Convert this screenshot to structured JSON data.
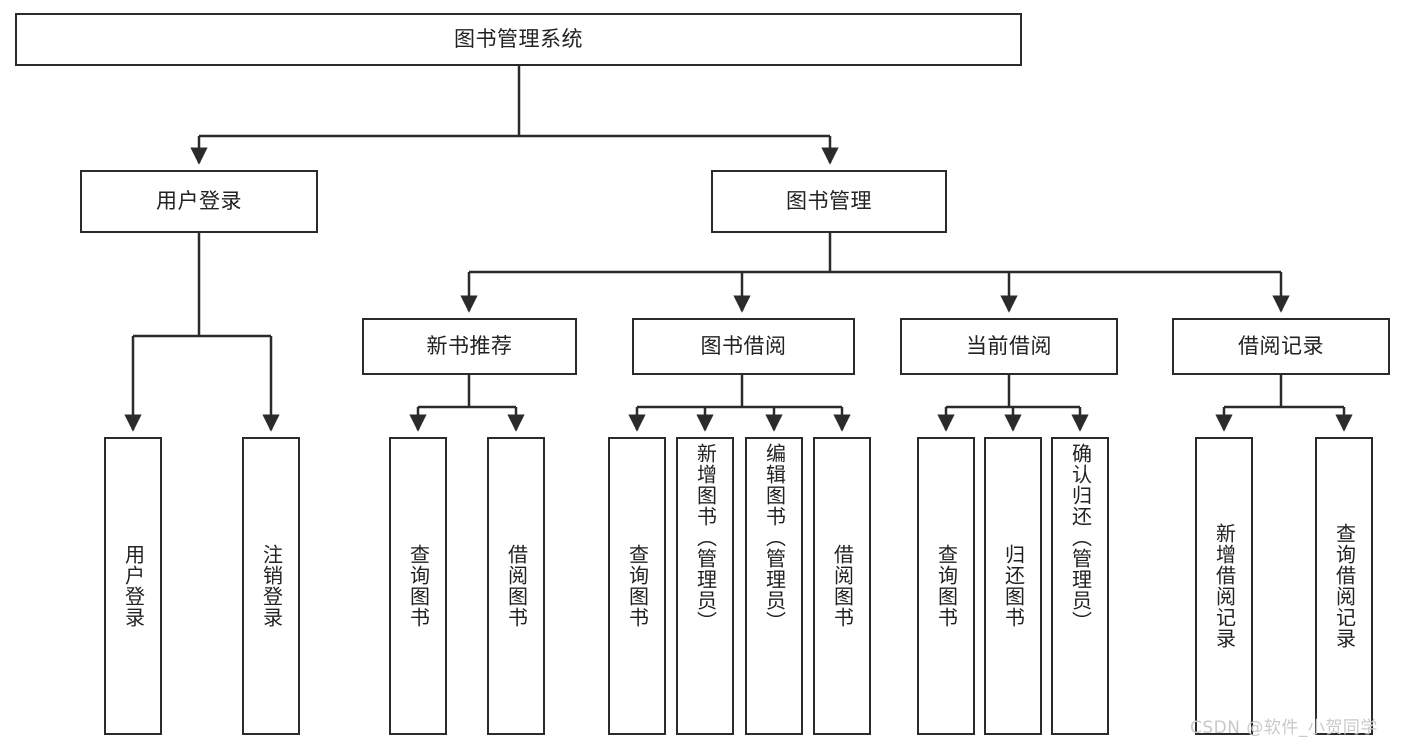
{
  "diagram": {
    "title_node": {
      "label": "图书管理系统"
    },
    "level1": [
      {
        "id": "user-login",
        "label": "用户登录"
      },
      {
        "id": "book-management",
        "label": "图书管理"
      }
    ],
    "level2": [
      {
        "id": "new-book-recommend",
        "label": "新书推荐"
      },
      {
        "id": "book-borrow",
        "label": "图书借阅"
      },
      {
        "id": "current-borrow",
        "label": "当前借阅"
      },
      {
        "id": "borrow-record",
        "label": "借阅记录"
      }
    ],
    "leaves": [
      {
        "id": "leaf-user-login",
        "label": "用户登录",
        "align": "center"
      },
      {
        "id": "leaf-logout-login",
        "label": "注销登录",
        "align": "center"
      },
      {
        "id": "leaf-query-book-1",
        "label": "查询图书",
        "align": "center"
      },
      {
        "id": "leaf-borrow-book-1",
        "label": "借阅图书",
        "align": "center"
      },
      {
        "id": "leaf-query-book-2",
        "label": "查询图书",
        "align": "center"
      },
      {
        "id": "leaf-add-book-admin",
        "label": "新增图书（管理员）",
        "align": "top"
      },
      {
        "id": "leaf-edit-book-admin",
        "label": "编辑图书（管理员）",
        "align": "top"
      },
      {
        "id": "leaf-borrow-book-2",
        "label": "借阅图书",
        "align": "center"
      },
      {
        "id": "leaf-query-book-3",
        "label": "查询图书",
        "align": "center"
      },
      {
        "id": "leaf-return-book",
        "label": "归还图书",
        "align": "center"
      },
      {
        "id": "leaf-confirm-return-admin",
        "label": "确认归还（管理员）",
        "align": "top"
      },
      {
        "id": "leaf-add-borrow-record",
        "label": "新增借阅记录",
        "align": "center"
      },
      {
        "id": "leaf-query-borrow-record",
        "label": "查询借阅记录",
        "align": "center"
      }
    ],
    "watermark": {
      "text": "CSDN @软件_小贺同学"
    },
    "colors": {
      "stroke": "#2b2b2b",
      "fill": "#ffffff",
      "text": "#222222",
      "watermark": "#c9c9c9"
    }
  }
}
